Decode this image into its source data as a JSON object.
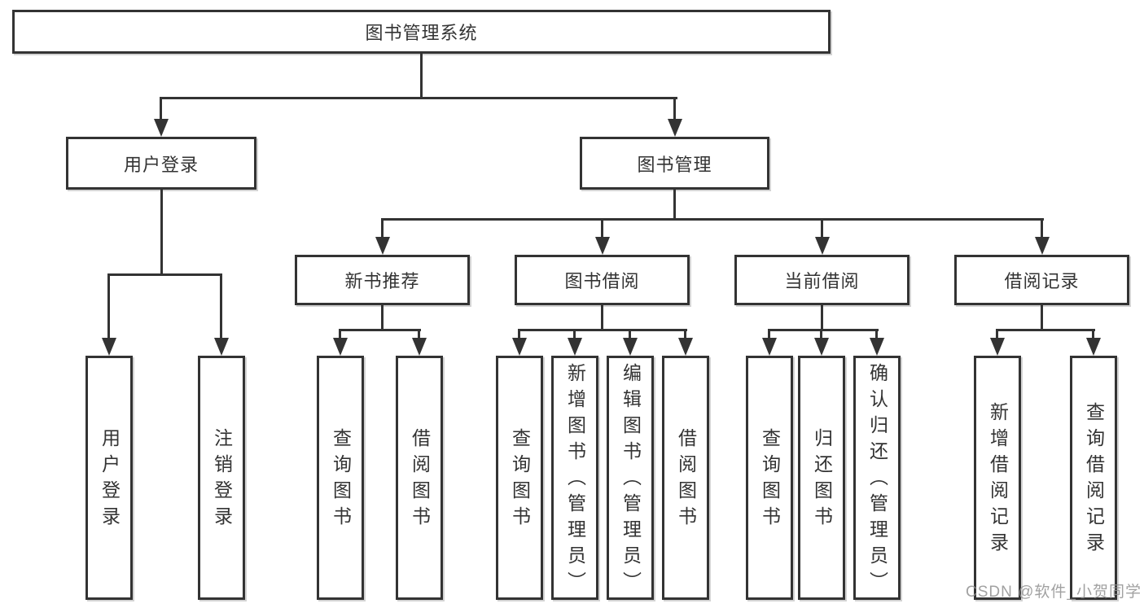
{
  "diagram": {
    "root": {
      "label": "图书管理系统"
    },
    "level2": [
      {
        "label": "用户登录",
        "leaves": [
          "用户登录",
          "注销登录"
        ]
      },
      {
        "label": "图书管理"
      }
    ],
    "level3": [
      {
        "label": "新书推荐",
        "leaves": [
          "查询图书",
          "借阅图书"
        ]
      },
      {
        "label": "图书借阅",
        "leaves": [
          "查询图书",
          "新增图书（管理员）",
          "编辑图书（管理员）",
          "借阅图书"
        ]
      },
      {
        "label": "当前借阅",
        "leaves": [
          "查询图书",
          "归还图书",
          "确认归还（管理员）"
        ]
      },
      {
        "label": "借阅记录",
        "leaves": [
          "新增借阅记录",
          "查询借阅记录"
        ]
      }
    ]
  },
  "watermark": "CSDN @软件_小贺同学",
  "colors": {
    "line": "#333333",
    "box_border": "#333333",
    "text": "#333333",
    "background": "#ffffff",
    "watermark_text": "#919191"
  }
}
